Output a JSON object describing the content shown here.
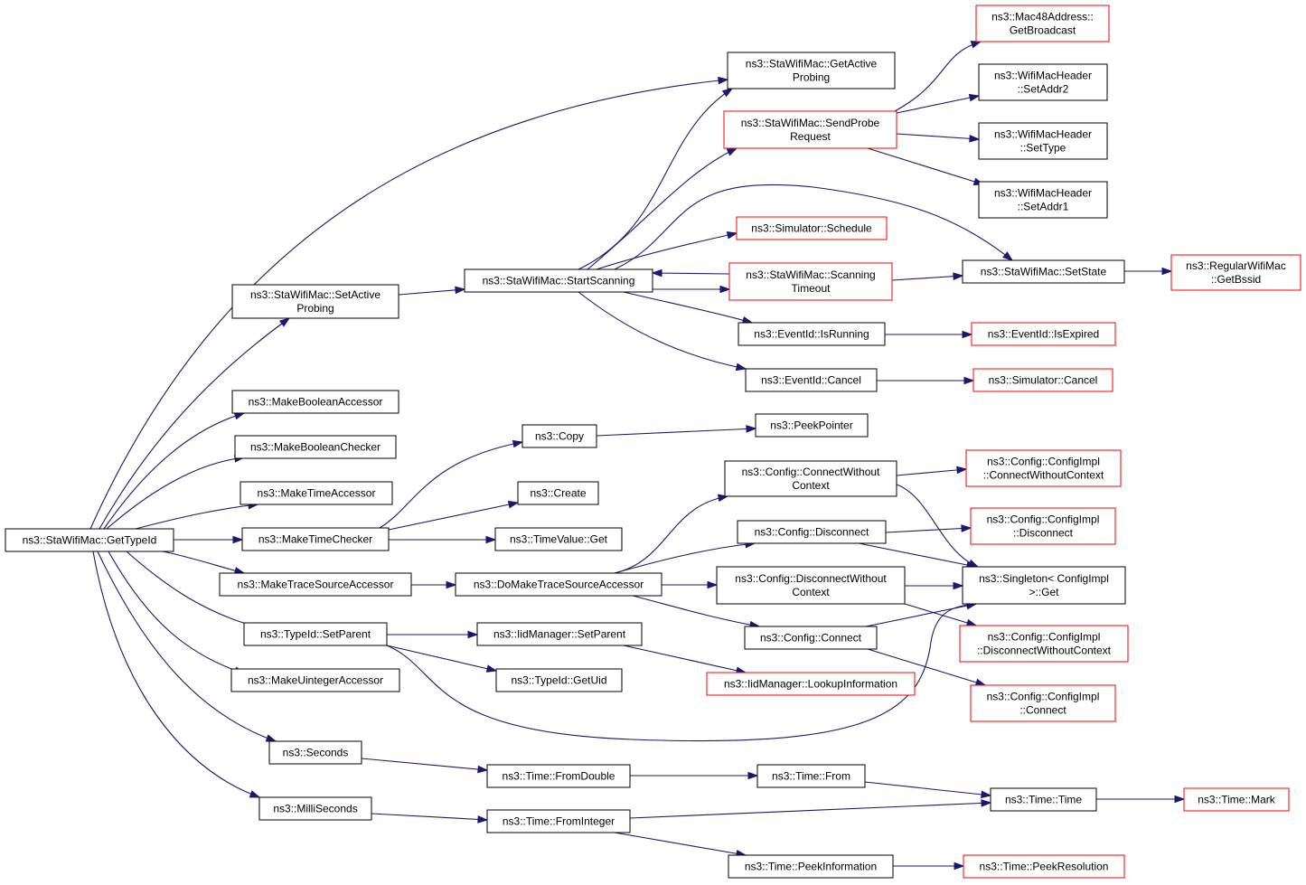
{
  "colors": {
    "edge": "#191970",
    "root_fill": "#bfbfbf",
    "border_black": "#000000",
    "border_red": "#ff0000"
  },
  "nodes": [
    {
      "id": "n0",
      "lines": [
        "ns3::StaWifiMac::GetTypeId"
      ],
      "style": "root"
    },
    {
      "id": "n1",
      "lines": [
        "ns3::StaWifiMac::GetActive",
        "Probing"
      ],
      "style": "black"
    },
    {
      "id": "n2",
      "lines": [
        "ns3::StaWifiMac::SetActive",
        "Probing"
      ],
      "style": "black"
    },
    {
      "id": "n3",
      "lines": [
        "ns3::StaWifiMac::StartScanning"
      ],
      "style": "black"
    },
    {
      "id": "n4",
      "lines": [
        "ns3::StaWifiMac::SendProbe",
        "Request"
      ],
      "style": "red"
    },
    {
      "id": "n5",
      "lines": [
        "ns3::Mac48Address::",
        "GetBroadcast"
      ],
      "style": "red"
    },
    {
      "id": "n6",
      "lines": [
        "ns3::WifiMacHeader",
        "::SetAddr2"
      ],
      "style": "black"
    },
    {
      "id": "n7",
      "lines": [
        "ns3::WifiMacHeader",
        "::SetType"
      ],
      "style": "black"
    },
    {
      "id": "n8",
      "lines": [
        "ns3::WifiMacHeader",
        "::SetAddr1"
      ],
      "style": "black"
    },
    {
      "id": "n9",
      "lines": [
        "ns3::Simulator::Schedule"
      ],
      "style": "red"
    },
    {
      "id": "n10",
      "lines": [
        "ns3::StaWifiMac::Scanning",
        "Timeout"
      ],
      "style": "red"
    },
    {
      "id": "n11",
      "lines": [
        "ns3::StaWifiMac::SetState"
      ],
      "style": "black"
    },
    {
      "id": "n12",
      "lines": [
        "ns3::RegularWifiMac",
        "::GetBssid"
      ],
      "style": "red"
    },
    {
      "id": "n13",
      "lines": [
        "ns3::EventId::IsRunning"
      ],
      "style": "black"
    },
    {
      "id": "n14",
      "lines": [
        "ns3::EventId::IsExpired"
      ],
      "style": "red"
    },
    {
      "id": "n15",
      "lines": [
        "ns3::EventId::Cancel"
      ],
      "style": "black"
    },
    {
      "id": "n16",
      "lines": [
        "ns3::Simulator::Cancel"
      ],
      "style": "red"
    },
    {
      "id": "n17",
      "lines": [
        "ns3::MakeBooleanAccessor"
      ],
      "style": "black"
    },
    {
      "id": "n18",
      "lines": [
        "ns3::MakeBooleanChecker"
      ],
      "style": "black"
    },
    {
      "id": "n19",
      "lines": [
        "ns3::MakeTimeAccessor"
      ],
      "style": "black"
    },
    {
      "id": "n20",
      "lines": [
        "ns3::MakeTimeChecker"
      ],
      "style": "black"
    },
    {
      "id": "n21",
      "lines": [
        "ns3::Copy"
      ],
      "style": "black"
    },
    {
      "id": "n22",
      "lines": [
        "ns3::PeekPointer"
      ],
      "style": "black"
    },
    {
      "id": "n23",
      "lines": [
        "ns3::Create"
      ],
      "style": "black"
    },
    {
      "id": "n24",
      "lines": [
        "ns3::TimeValue::Get"
      ],
      "style": "black"
    },
    {
      "id": "n25",
      "lines": [
        "ns3::MakeTraceSourceAccessor"
      ],
      "style": "black"
    },
    {
      "id": "n26",
      "lines": [
        "ns3::DoMakeTraceSourceAccessor"
      ],
      "style": "black"
    },
    {
      "id": "n27",
      "lines": [
        "ns3::Config::ConnectWithout",
        "Context"
      ],
      "style": "black"
    },
    {
      "id": "n28",
      "lines": [
        "ns3::Config::ConfigImpl",
        "::ConnectWithoutContext"
      ],
      "style": "red"
    },
    {
      "id": "n29",
      "lines": [
        "ns3::Config::Disconnect"
      ],
      "style": "black"
    },
    {
      "id": "n30",
      "lines": [
        "ns3::Config::ConfigImpl",
        "::Disconnect"
      ],
      "style": "red"
    },
    {
      "id": "n31",
      "lines": [
        "ns3::Config::DisconnectWithout",
        "Context"
      ],
      "style": "black"
    },
    {
      "id": "n32",
      "lines": [
        "ns3::Singleton< ConfigImpl",
        ">::Get"
      ],
      "style": "black"
    },
    {
      "id": "n33",
      "lines": [
        "ns3::Config::Connect"
      ],
      "style": "black"
    },
    {
      "id": "n34",
      "lines": [
        "ns3::Config::ConfigImpl",
        "::DisconnectWithoutContext"
      ],
      "style": "red"
    },
    {
      "id": "n35",
      "lines": [
        "ns3::Config::ConfigImpl",
        "::Connect"
      ],
      "style": "red"
    },
    {
      "id": "n36",
      "lines": [
        "ns3::TypeId::SetParent"
      ],
      "style": "black"
    },
    {
      "id": "n37",
      "lines": [
        "ns3::IidManager::SetParent"
      ],
      "style": "black"
    },
    {
      "id": "n38",
      "lines": [
        "ns3::TypeId::GetUid"
      ],
      "style": "black"
    },
    {
      "id": "n39",
      "lines": [
        "ns3::IidManager::LookupInformation"
      ],
      "style": "red"
    },
    {
      "id": "n40",
      "lines": [
        "ns3::MakeUintegerAccessor"
      ],
      "style": "black"
    },
    {
      "id": "n41",
      "lines": [
        "ns3::Seconds"
      ],
      "style": "black"
    },
    {
      "id": "n42",
      "lines": [
        "ns3::Time::FromDouble"
      ],
      "style": "black"
    },
    {
      "id": "n43",
      "lines": [
        "ns3::Time::From"
      ],
      "style": "black"
    },
    {
      "id": "n44",
      "lines": [
        "ns3::Time::Time"
      ],
      "style": "black"
    },
    {
      "id": "n45",
      "lines": [
        "ns3::Time::Mark"
      ],
      "style": "red"
    },
    {
      "id": "n46",
      "lines": [
        "ns3::MilliSeconds"
      ],
      "style": "black"
    },
    {
      "id": "n47",
      "lines": [
        "ns3::Time::FromInteger"
      ],
      "style": "black"
    },
    {
      "id": "n48",
      "lines": [
        "ns3::Time::PeekInformation"
      ],
      "style": "black"
    },
    {
      "id": "n49",
      "lines": [
        "ns3::Time::PeekResolution"
      ],
      "style": "red"
    }
  ],
  "edges": [
    [
      "n0",
      "n1"
    ],
    [
      "n0",
      "n2"
    ],
    [
      "n0",
      "n17"
    ],
    [
      "n0",
      "n18"
    ],
    [
      "n0",
      "n19"
    ],
    [
      "n0",
      "n20"
    ],
    [
      "n0",
      "n25"
    ],
    [
      "n0",
      "n36"
    ],
    [
      "n0",
      "n40"
    ],
    [
      "n0",
      "n41"
    ],
    [
      "n0",
      "n46"
    ],
    [
      "n2",
      "n3"
    ],
    [
      "n3",
      "n1"
    ],
    [
      "n3",
      "n4"
    ],
    [
      "n3",
      "n9"
    ],
    [
      "n3",
      "n10"
    ],
    [
      "n3",
      "n11"
    ],
    [
      "n3",
      "n13"
    ],
    [
      "n3",
      "n15"
    ],
    [
      "n10",
      "n3"
    ],
    [
      "n4",
      "n5"
    ],
    [
      "n4",
      "n6"
    ],
    [
      "n4",
      "n7"
    ],
    [
      "n4",
      "n8"
    ],
    [
      "n10",
      "n11"
    ],
    [
      "n11",
      "n12"
    ],
    [
      "n13",
      "n14"
    ],
    [
      "n15",
      "n16"
    ],
    [
      "n20",
      "n21"
    ],
    [
      "n20",
      "n23"
    ],
    [
      "n20",
      "n24"
    ],
    [
      "n21",
      "n22"
    ],
    [
      "n25",
      "n26"
    ],
    [
      "n26",
      "n27"
    ],
    [
      "n26",
      "n29"
    ],
    [
      "n26",
      "n31"
    ],
    [
      "n26",
      "n33"
    ],
    [
      "n27",
      "n28"
    ],
    [
      "n27",
      "n32"
    ],
    [
      "n29",
      "n30"
    ],
    [
      "n29",
      "n32"
    ],
    [
      "n31",
      "n32"
    ],
    [
      "n31",
      "n34"
    ],
    [
      "n33",
      "n32"
    ],
    [
      "n33",
      "n35"
    ],
    [
      "n36",
      "n37"
    ],
    [
      "n36",
      "n38"
    ],
    [
      "n36",
      "n32"
    ],
    [
      "n37",
      "n39"
    ],
    [
      "n41",
      "n42"
    ],
    [
      "n42",
      "n43"
    ],
    [
      "n43",
      "n44"
    ],
    [
      "n44",
      "n45"
    ],
    [
      "n46",
      "n47"
    ],
    [
      "n47",
      "n44"
    ],
    [
      "n47",
      "n48"
    ],
    [
      "n48",
      "n49"
    ]
  ]
}
